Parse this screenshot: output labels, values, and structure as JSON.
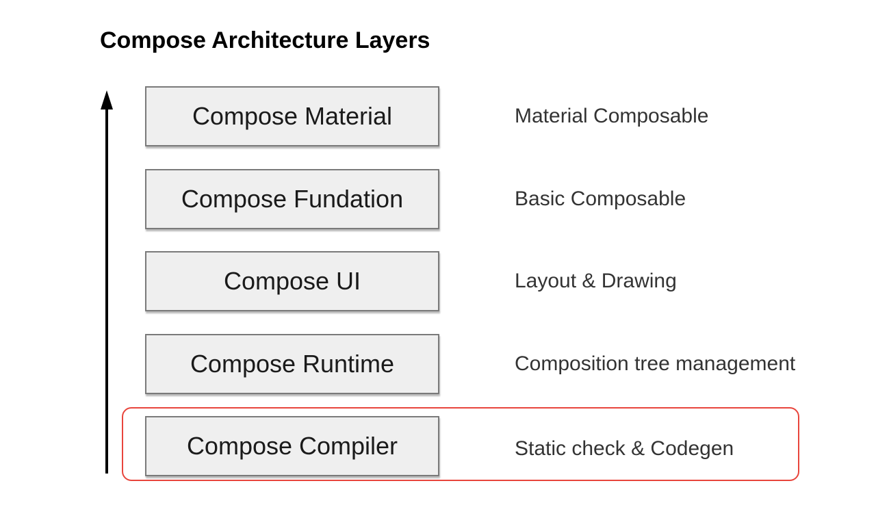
{
  "diagram": {
    "title": "Compose Architecture Layers",
    "highlight_color": "#e8453c",
    "layers": [
      {
        "name": "Compose Material",
        "description": "Material Composable"
      },
      {
        "name": "Compose Fundation",
        "description": "Basic Composable"
      },
      {
        "name": "Compose UI",
        "description": "Layout & Drawing"
      },
      {
        "name": "Compose Runtime",
        "description": "Composition tree management"
      },
      {
        "name": "Compose Compiler",
        "description": "Static check & Codegen",
        "highlighted": true
      }
    ]
  }
}
